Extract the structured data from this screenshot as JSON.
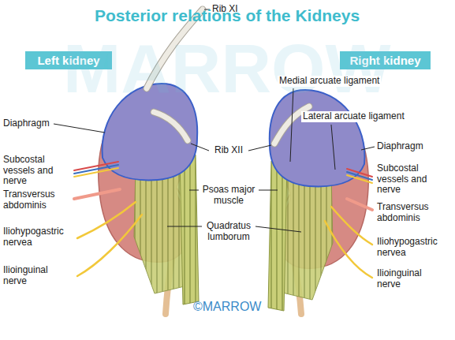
{
  "diagram": {
    "title": "Posterior relations of the Kidneys",
    "nodes": [
      {
        "text": [
          "Left kidney"
        ]
      },
      {
        "text": [
          "Right kidney"
        ]
      }
    ],
    "labels": [
      "MARROW",
      "Rib XI",
      "Diaphragm",
      "Subcostal vessels and nerve",
      "Transversus abdominis",
      "Iliohypogastric nervea",
      "Ilioinguinal nerve",
      "Rib XII",
      "Psoas major muscle",
      "Quadratus lumborum",
      "Medial arcuate ligament",
      "Lateral arcuate ligament",
      "Diaphragm",
      "Subcostal vessels and nerve",
      "Transversus abdominis",
      "Iliohypogastric nervea",
      "Ilioinguinal nerve",
      "©MARROW"
    ]
  }
}
